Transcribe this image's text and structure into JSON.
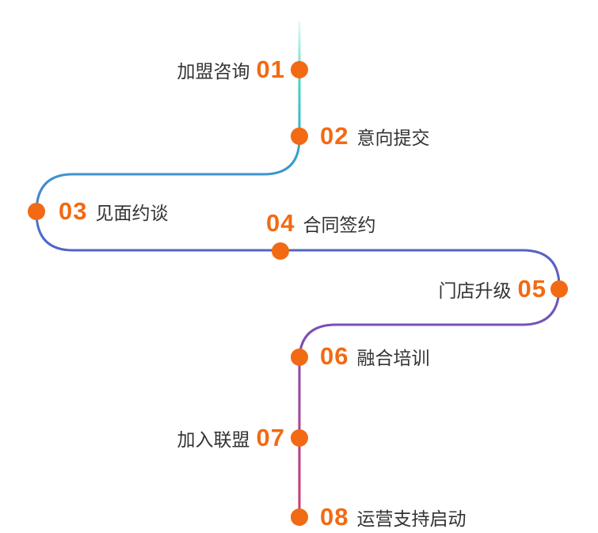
{
  "colors": {
    "dot": "#f26a13",
    "number": "#f26a13",
    "text": "#333333",
    "path_gradient": [
      "#3fd9b8",
      "#3aa8c8",
      "#4a6fd0",
      "#5b63c4",
      "#7a4fb8",
      "#a2449a",
      "#d23a6a"
    ]
  },
  "steps": [
    {
      "num": "01",
      "label": "加盟咨询"
    },
    {
      "num": "02",
      "label": "意向提交"
    },
    {
      "num": "03",
      "label": "见面约谈"
    },
    {
      "num": "04",
      "label": "合同签约"
    },
    {
      "num": "05",
      "label": "门店升级"
    },
    {
      "num": "06",
      "label": "融合培训"
    },
    {
      "num": "07",
      "label": "加入联盟"
    },
    {
      "num": "08",
      "label": "运营支持启动"
    }
  ]
}
